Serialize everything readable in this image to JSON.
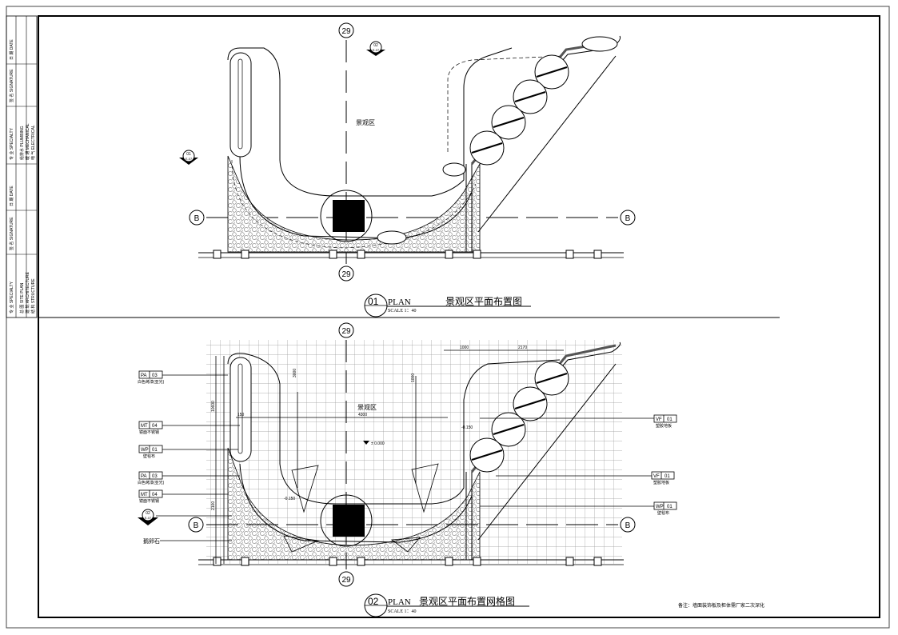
{
  "title_block": {
    "rows": [
      [
        "日 期 DATE",
        "签 名 SIGNATURE",
        "专 业 SPECIALTY",
        "给排水 PLUMBING",
        "暖 通 MECHANICAL",
        "电 气 ELECTRICAL"
      ],
      [
        "日 期 DATE",
        "签 名 SIGNATURE",
        "专 业 SPECIALTY",
        "总 图 SITE PLAN",
        "建 筑 ARCHITECTURE",
        "结 构 STRUCTURE"
      ]
    ]
  },
  "plan1": {
    "number": "01",
    "plan_word": "PLAN",
    "title": "景观区平面布置图",
    "scale": "SCALE 1：40",
    "area_label": "景观区",
    "axis_top": "29",
    "axis_bottom": "29",
    "axis_left": "B",
    "axis_right": "B",
    "section_mark_top": {
      "num": "02",
      "sheet": "E-07"
    },
    "section_mark_left": {
      "num": "01",
      "sheet": "E-07"
    }
  },
  "plan2": {
    "number": "02",
    "plan_word": "PLAN",
    "title": "景观区平面布置网格图",
    "scale": "SCALE 1：40",
    "area_label": "景观区",
    "axis_top": "29",
    "axis_bottom": "29",
    "axis_left": "B",
    "axis_right": "B",
    "level": "± 0.000",
    "section_mark": {
      "num": "02",
      "sheet": "E-07"
    },
    "tags_left": [
      {
        "code": "PA",
        "num": "03",
        "desc": "白色烤漆(亚光)"
      },
      {
        "code": "MT",
        "num": "04",
        "desc": "镜面不锈钢"
      },
      {
        "code": "WP",
        "num": "01",
        "desc": "壁毯布"
      },
      {
        "code": "PA",
        "num": "03",
        "desc": "白色烤漆(亚光)"
      },
      {
        "code": "MT",
        "num": "04",
        "desc": "镜面不锈钢"
      }
    ],
    "pebble_label": "鹅卵石",
    "tags_right": [
      {
        "code": "VF",
        "num": "01",
        "desc": "塑胶地板"
      },
      {
        "code": "VF",
        "num": "01",
        "desc": "塑胶地板"
      },
      {
        "code": "WP",
        "num": "01",
        "desc": "壁毯布"
      }
    ],
    "dims": [
      "1000",
      "2170",
      "4300",
      "3000",
      "1000",
      "10600",
      "2100",
      "150",
      "-0.150",
      "-0.150"
    ]
  },
  "note": "备注：墙面装饰板及柜体需厂家二次深化"
}
